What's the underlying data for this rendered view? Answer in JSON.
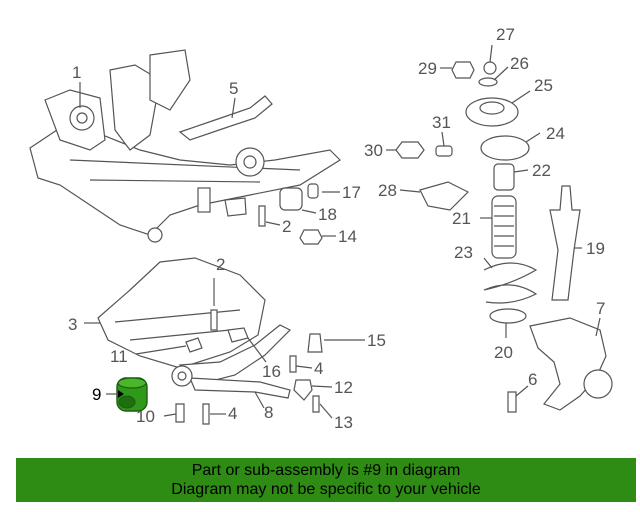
{
  "banner": {
    "line1": "Part or sub-assembly is #9 in diagram",
    "line2": "Diagram may not be specific to your vehicle",
    "bg_color": "#2e8b13"
  },
  "highlight": {
    "part": "9",
    "color": "#2f9a1a"
  },
  "callouts": [
    {
      "id": "1",
      "label": "1"
    },
    {
      "id": "5",
      "label": "5"
    },
    {
      "id": "17",
      "label": "17"
    },
    {
      "id": "18",
      "label": "18"
    },
    {
      "id": "2a",
      "label": "2"
    },
    {
      "id": "14",
      "label": "14"
    },
    {
      "id": "2b",
      "label": "2"
    },
    {
      "id": "3",
      "label": "3"
    },
    {
      "id": "11",
      "label": "11"
    },
    {
      "id": "15",
      "label": "15"
    },
    {
      "id": "16",
      "label": "16"
    },
    {
      "id": "4a",
      "label": "4"
    },
    {
      "id": "12",
      "label": "12"
    },
    {
      "id": "9",
      "label": "9"
    },
    {
      "id": "10",
      "label": "10"
    },
    {
      "id": "4b",
      "label": "4"
    },
    {
      "id": "8",
      "label": "8"
    },
    {
      "id": "13",
      "label": "13"
    },
    {
      "id": "27",
      "label": "27"
    },
    {
      "id": "29",
      "label": "29"
    },
    {
      "id": "26",
      "label": "26"
    },
    {
      "id": "25",
      "label": "25"
    },
    {
      "id": "31",
      "label": "31"
    },
    {
      "id": "30",
      "label": "30"
    },
    {
      "id": "24",
      "label": "24"
    },
    {
      "id": "22",
      "label": "22"
    },
    {
      "id": "28",
      "label": "28"
    },
    {
      "id": "21",
      "label": "21"
    },
    {
      "id": "19",
      "label": "19"
    },
    {
      "id": "23",
      "label": "23"
    },
    {
      "id": "7",
      "label": "7"
    },
    {
      "id": "20",
      "label": "20"
    },
    {
      "id": "6",
      "label": "6"
    }
  ]
}
